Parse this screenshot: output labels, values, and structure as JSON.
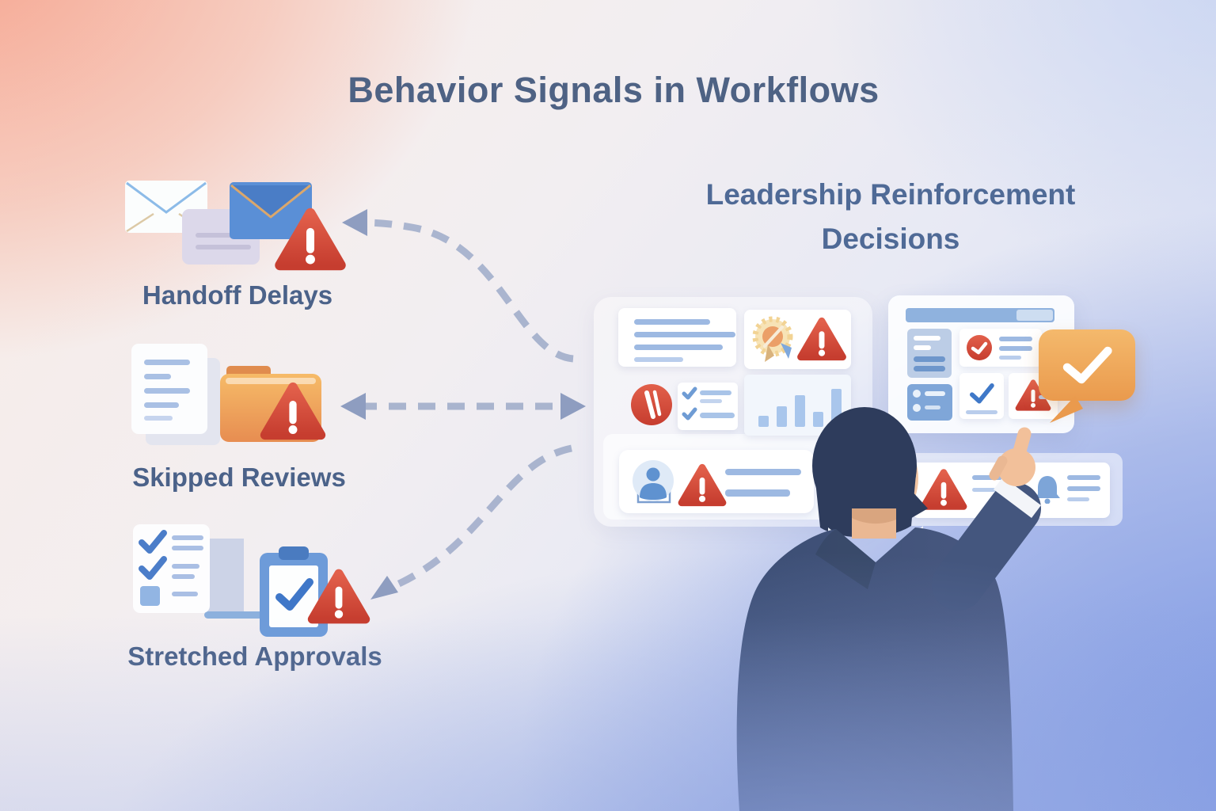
{
  "title": "Behavior Signals in Workflows",
  "left_signals": {
    "items": [
      {
        "id": "handoff-delays",
        "label": "Handoff Delays",
        "icons": [
          "envelope-white-icon",
          "note-icon",
          "envelope-blue-icon",
          "warning-icon"
        ]
      },
      {
        "id": "skipped-reviews",
        "label": "Skipped Reviews",
        "icons": [
          "document-icon",
          "folder-icon",
          "warning-icon"
        ]
      },
      {
        "id": "stretched-approvals",
        "label": "Stretched Approvals",
        "icons": [
          "checklist-icon",
          "book-icon",
          "clipboard-check-icon",
          "warning-icon"
        ]
      }
    ]
  },
  "right_panel": {
    "heading_line1": "Leadership Reinforcement",
    "heading_line2": "Decisions",
    "dashboard_icons": [
      "award-icon",
      "warning-icon",
      "no-slash-icon",
      "checklist-icon",
      "bar-chart-icon",
      "avatar-icon",
      "reject-check-icon",
      "check-icon",
      "bell-icon",
      "check-bubble-icon",
      "pointing-man-illustration"
    ]
  },
  "connectors": [
    {
      "from": "dashboard",
      "to": "handoff-delays",
      "style": "dashed-curve-left"
    },
    {
      "from": "dashboard",
      "to": "skipped-reviews",
      "style": "dashed-double-arrow"
    },
    {
      "from": "dashboard",
      "to": "stretched-approvals",
      "style": "dashed-curve-down-left"
    }
  ],
  "colors": {
    "warning_red": "#d0493c",
    "folder_orange": "#ee9c55",
    "bubble_orange": "#eda052",
    "primary_blue": "#5a8fd6",
    "suit_navy": "#40527a",
    "title_text": "#4e6284",
    "label_text": "#4b6289",
    "arrow_gray": "#9fadcb",
    "bg_salmon": "#f6ab98",
    "bg_blue": "#8ba6e6"
  }
}
